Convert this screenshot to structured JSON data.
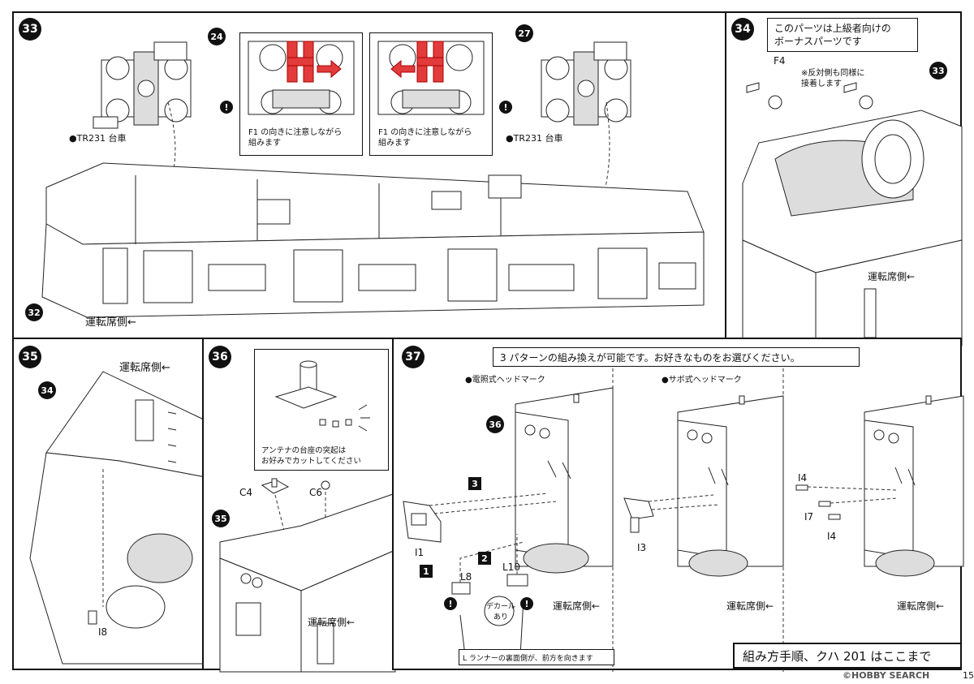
{
  "steps": {
    "s33": {
      "number": "33",
      "part_left": "24",
      "part_right": "27",
      "part_body": "32",
      "truck_label_left": "●TR231 台車",
      "truck_label_right": "●TR231 台車",
      "inset_left_note": "F1 の向きに注意しながら\n組みます",
      "inset_right_note": "F1 の向きに注意しながら\n組みます",
      "direction": "運転席側←"
    },
    "s34": {
      "number": "34",
      "note": "このパーツは上級者向けの\nボーナスパーツです",
      "part_label": "F4",
      "sub_note": "※反対側も同様に\n接着します",
      "part_ref": "33",
      "direction": "運転席側←"
    },
    "s35": {
      "number": "35",
      "part_ref": "34",
      "direction": "運転席側←",
      "part_label": "I8"
    },
    "s36": {
      "number": "36",
      "part_ref": "35",
      "antenna_note": "アンテナの台座の突起は\nお好みでカットしてください",
      "part_c4": "C4",
      "part_c6": "C6",
      "direction": "運転席側←"
    },
    "s37": {
      "number": "37",
      "part_ref": "36",
      "heading": "3 パターンの組み換えが可能です。お好きなものをお選びください。",
      "pattern1": "●電照式ヘッドマーク",
      "pattern2": "●サボ式ヘッドマーク",
      "step1": "1",
      "step2": "2",
      "step3": "3",
      "part_i1": "I1",
      "part_l8": "L8",
      "part_l10": "L10",
      "decal": "デカール\nあり",
      "runner_note": "L ランナーの裏面側が、前方を向きます",
      "part_i3": "I3",
      "part_i4a": "I4",
      "part_i7": "I7",
      "part_i4b": "I4",
      "direction1": "運転席側←",
      "direction2": "運転席側←",
      "direction3": "運転席側←",
      "final_note": "組み方手順、クハ 201 はここまで"
    }
  },
  "footer": {
    "watermark": "©HOBBY SEARCH",
    "page_number": "15"
  }
}
